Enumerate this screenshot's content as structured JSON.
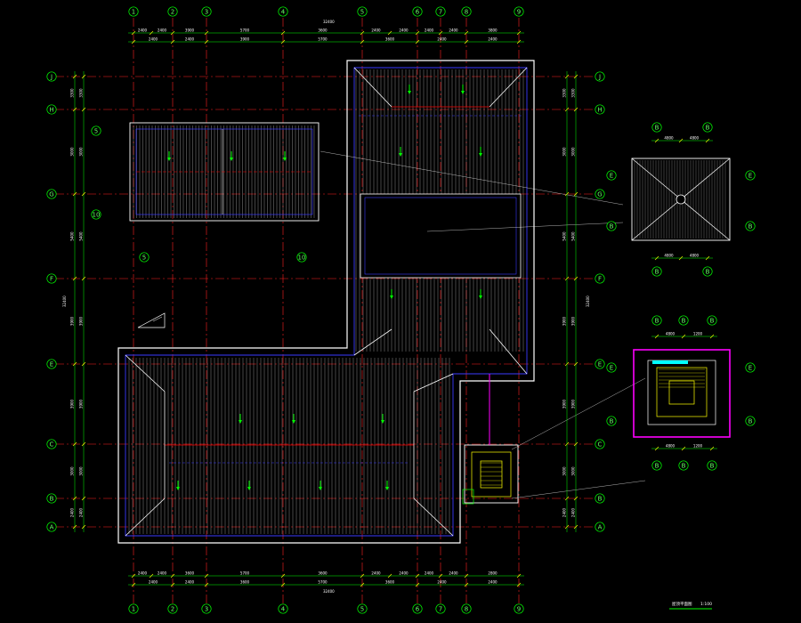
{
  "drawing": {
    "title": "屋顶平面图",
    "scale": "1:100",
    "colors": {
      "background": "#000000",
      "grid_axis": "#ff2020",
      "dimension": "#00ff00",
      "outline": "#ffffff",
      "eave_blue": "#3a3aff",
      "roof_hatch": "#c8c8c8",
      "ridge_red": "#ff0000",
      "magenta": "#ff00ff",
      "yellow": "#ffff00",
      "cyan": "#00ffff",
      "arrow_green": "#00ff00"
    },
    "top_axes": [
      "1",
      "2",
      "3",
      "4",
      "5",
      "6",
      "7",
      "8",
      "9"
    ],
    "bottom_axes": [
      "1",
      "2",
      "3",
      "4",
      "5",
      "6",
      "7",
      "8",
      "9"
    ],
    "left_axes": [
      "J",
      "H",
      "G",
      "F",
      "E",
      "C",
      "B",
      "A"
    ],
    "right_axes": [
      "J",
      "H",
      "G",
      "F",
      "E",
      "C",
      "B",
      "A"
    ],
    "sub_axes": [
      "5",
      "10",
      "5",
      "10"
    ],
    "top_dims": [
      "2400",
      "2400",
      "3900",
      "5700",
      "3600",
      "2400",
      "2400",
      "2400",
      "2400",
      "3800"
    ],
    "bottom_dims": [
      "2400",
      "2400",
      "3600",
      "5700",
      "3600",
      "2400",
      "2400",
      "2400",
      "2400",
      "2800"
    ],
    "overall_dim": "32400",
    "side_dims": [
      "3300",
      "3000",
      "5400",
      "3900",
      "3900",
      "3000",
      "2400"
    ],
    "detail_top": {
      "axes_top": [
        "B",
        "B"
      ],
      "axes_side": [
        "E",
        "E",
        "B",
        "B"
      ],
      "dims": [
        "4800",
        "4800"
      ]
    },
    "detail_bottom": {
      "axes_top": [
        "B",
        "B",
        "B"
      ],
      "axes_side": [
        "E",
        "E",
        "B",
        "B"
      ],
      "dims": [
        "4800",
        "1200",
        "1200"
      ]
    }
  }
}
